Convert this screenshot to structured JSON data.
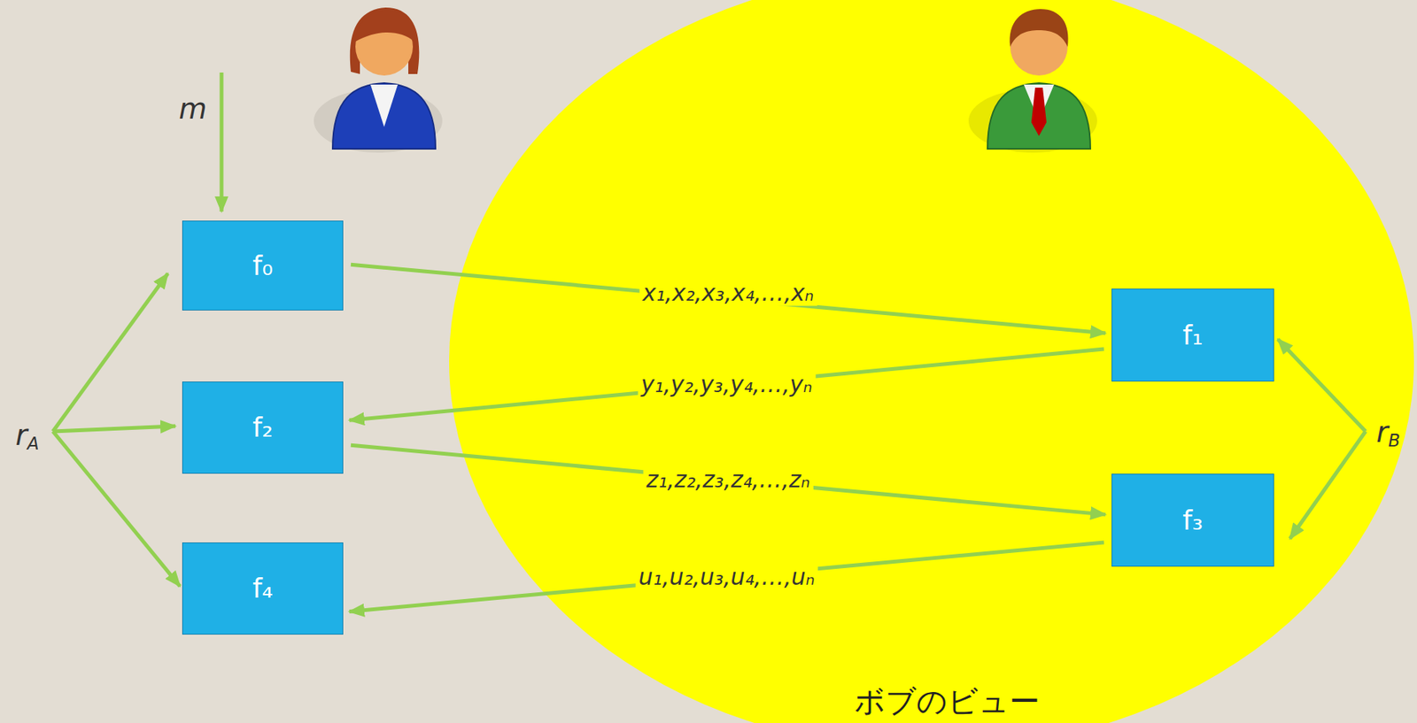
{
  "diagram": {
    "nodes": [
      {
        "text": [
          "ボブのビュー"
        ]
      },
      {
        "text": [
          "f₀"
        ]
      },
      {
        "text": [
          "f₁"
        ],
        "in": 0
      },
      {
        "text": [
          "f₂"
        ]
      },
      {
        "text": [
          "f₃"
        ],
        "in": 0
      },
      {
        "text": [
          "f₄"
        ]
      }
    ],
    "edges": [
      {
        "from": 1,
        "to": 2,
        "arrow": "to",
        "label": "x₁,x₂,x₃,x₄,…,xₙ"
      },
      {
        "from": 2,
        "to": 3,
        "arrow": "to",
        "label": "y₁,y₂,y₃,y₄,…,yₙ"
      },
      {
        "from": 3,
        "to": 4,
        "arrow": "to",
        "label": "z₁,z₂,z₃,z₄,…,zₙ"
      },
      {
        "from": 4,
        "to": 5,
        "arrow": "to",
        "label": "u₁,u₂,u₃,u₄,…,uₙ"
      }
    ],
    "labels": [
      "m",
      "rA",
      "rB"
    ]
  }
}
